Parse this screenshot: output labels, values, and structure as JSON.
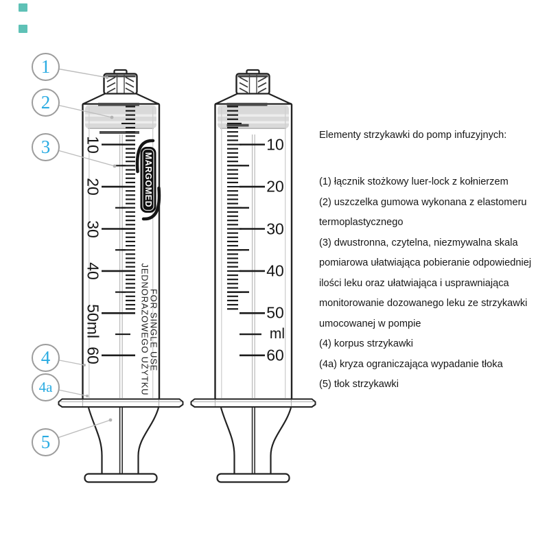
{
  "watermark": {
    "color": "#5ec1b6"
  },
  "callouts": {
    "number_color": "#29abe2",
    "items": [
      {
        "label": "1"
      },
      {
        "label": "2"
      },
      {
        "label": "3"
      },
      {
        "label": "4"
      },
      {
        "label": "4a"
      },
      {
        "label": "5"
      }
    ]
  },
  "syringe_front": {
    "brand": "MARGOMED",
    "scale_labels": {
      "v10": "10",
      "v20": "20",
      "v30": "30",
      "v40": "40",
      "v50": "50ml",
      "v60": "60"
    },
    "side_text_pl": "JEDNORAZOWEGO UŻYTKU",
    "side_text_en": "FOR SINGLE USE"
  },
  "syringe_back": {
    "scale_labels": {
      "v10": "10",
      "v20": "20",
      "v30": "30",
      "v40": "40",
      "v50": "50",
      "v60": "60"
    },
    "unit_label": "ml"
  },
  "legend": {
    "title": "Elementy strzykawki do pomp infuzyjnych:",
    "lines": [
      "(1) łącznik stożkowy luer-lock z kołnierzem",
      "(2) uszczelka gumowa wykonana z elastomeru",
      "termoplastycznego",
      "(3) dwustronna, czytelna, niezmywalna skala",
      "pomiarowa ułatwiająca pobieranie odpowiedniej",
      "ilości leku oraz ułatwiająca i usprawniająca",
      "monitorowanie dozowanego leku ze strzykawki",
      "umocowanej w pompie",
      "(4) korpus strzykawki",
      "(4a) kryza ograniczająca wypadanie tłoka",
      "(5) tłok strzykawki"
    ]
  }
}
